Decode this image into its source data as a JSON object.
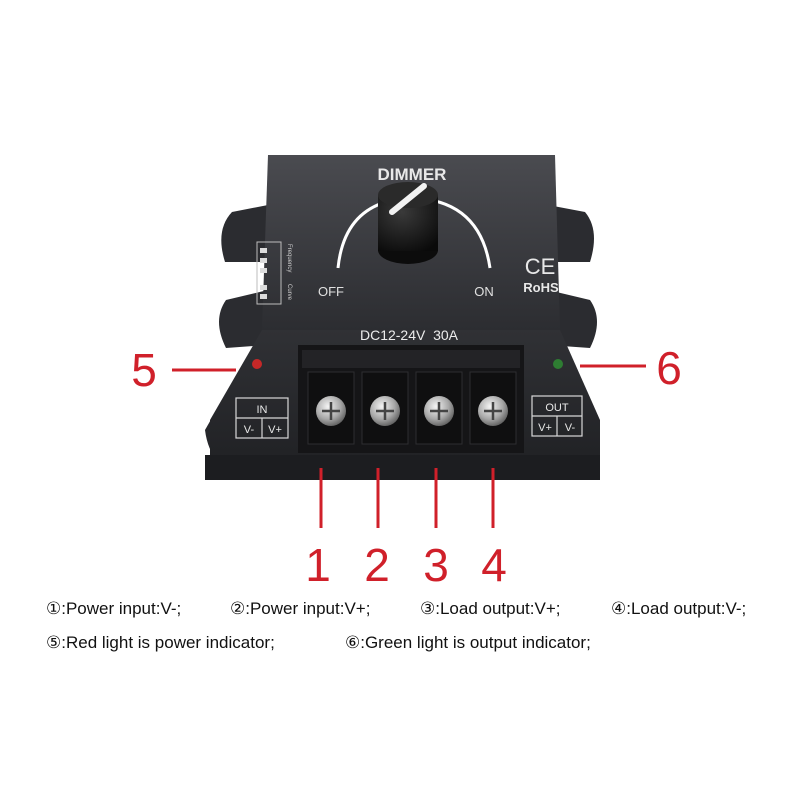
{
  "device": {
    "title": "DIMMER",
    "knob_off_label": "OFF",
    "knob_on_label": "ON",
    "ce_mark": "CE",
    "rohs_mark": "RoHS",
    "dip_label_top": "Frequency",
    "dip_label_bottom": "Curve",
    "rating": "DC12-24V  30A",
    "in_block": {
      "title": "IN",
      "left": "V-",
      "right": "V+"
    },
    "out_block": {
      "title": "OUT",
      "left": "V+",
      "right": "V-"
    },
    "colors": {
      "body": "#3a3b3f",
      "red_led": "#c62828",
      "green_led": "#2e7d32",
      "callout": "#d0202a"
    }
  },
  "callouts": {
    "terminals": [
      "1",
      "2",
      "3",
      "4"
    ],
    "left_indicator": "5",
    "right_indicator": "6"
  },
  "legend": {
    "line1": [
      "①:Power input:V-;",
      "②:Power input:V+;",
      "③:Load output:V+;",
      "④:Load output:V-;"
    ],
    "line2": [
      "⑤:Red light is power indicator;",
      "⑥:Green light is output indicator;"
    ]
  }
}
